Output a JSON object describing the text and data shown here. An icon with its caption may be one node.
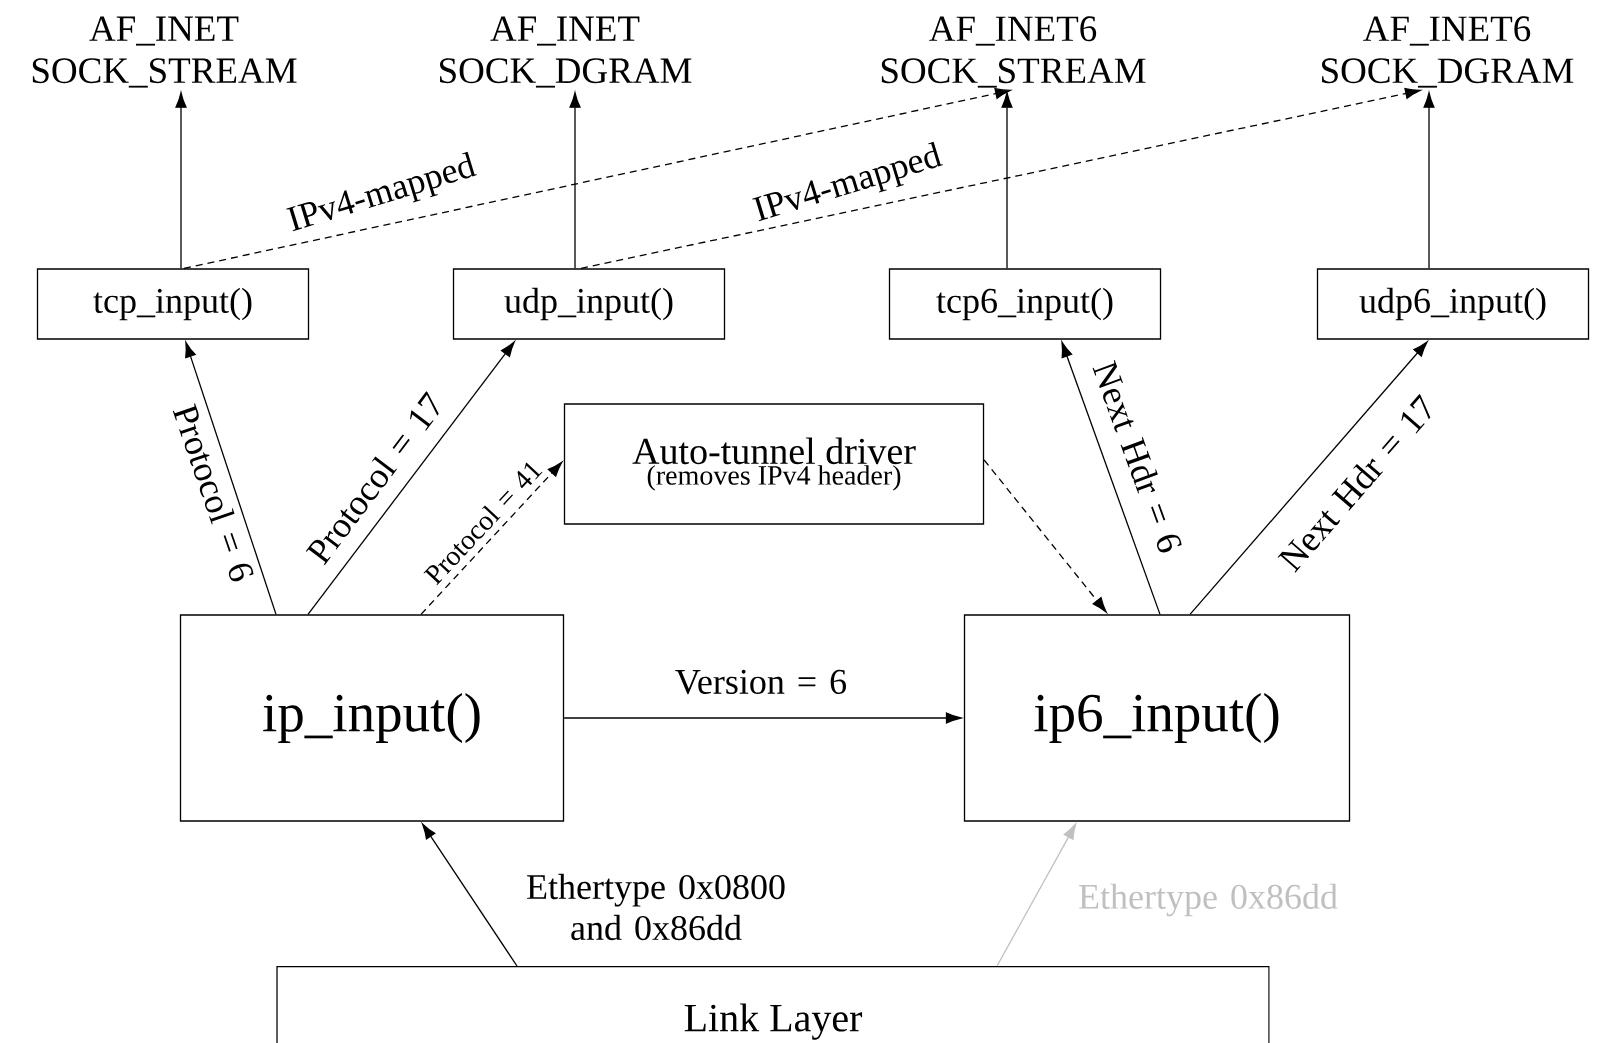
{
  "diagram": {
    "nodes": [
      {
        "text": [
          "AF_INET SOCK_STREAM"
        ]
      },
      {
        "text": [
          "AF_INET SOCK_DGRAM"
        ]
      },
      {
        "text": [
          "AF_INET6 SOCK_STREAM"
        ]
      },
      {
        "text": [
          "AF_INET6 SOCK_DGRAM"
        ]
      },
      {
        "text": [
          "tcp_input()"
        ]
      },
      {
        "text": [
          "udp_input()"
        ]
      },
      {
        "text": [
          "tcp6_input()"
        ]
      },
      {
        "text": [
          "udp6_input()"
        ]
      },
      {
        "text": [
          "Auto-tunnel driver",
          "(removes IPv4 header)"
        ]
      },
      {
        "text": [
          "ip_input()"
        ]
      },
      {
        "text": [
          "ip6_input()"
        ]
      },
      {
        "text": [
          "Link Layer"
        ]
      }
    ],
    "edges": [
      {
        "from": 4,
        "to": 0,
        "arrow": "to"
      },
      {
        "from": 5,
        "to": 1,
        "arrow": "to"
      },
      {
        "from": 6,
        "to": 2,
        "arrow": "to"
      },
      {
        "from": 7,
        "to": 3,
        "arrow": "to"
      },
      {
        "from": 4,
        "to": 2,
        "arrow": "to",
        "style": "dashed",
        "label": "IPv4-mapped"
      },
      {
        "from": 5,
        "to": 3,
        "arrow": "to",
        "style": "dashed",
        "label": "IPv4-mapped"
      },
      {
        "from": 9,
        "to": 4,
        "arrow": "to",
        "label": "Protocol = 6"
      },
      {
        "from": 9,
        "to": 5,
        "arrow": "to",
        "label": "Protocol = 17"
      },
      {
        "from": 9,
        "to": 8,
        "arrow": "to",
        "style": "dashed",
        "label": "Protocol = 41"
      },
      {
        "from": 8,
        "to": 10,
        "arrow": "to",
        "style": "dashed"
      },
      {
        "from": 10,
        "to": 6,
        "arrow": "to",
        "label": "Next Hdr = 6"
      },
      {
        "from": 10,
        "to": 7,
        "arrow": "to",
        "label": "Next Hdr = 17"
      },
      {
        "from": 9,
        "to": 10,
        "arrow": "to",
        "label": "Version = 6"
      },
      {
        "from": 11,
        "to": 9,
        "arrow": "to",
        "label": "Ethertype 0x0800 and 0x86dd"
      },
      {
        "from": 11,
        "to": 10,
        "arrow": "to",
        "color": "#c0c0c0",
        "label": "Ethertype 0x86dd"
      }
    ]
  }
}
